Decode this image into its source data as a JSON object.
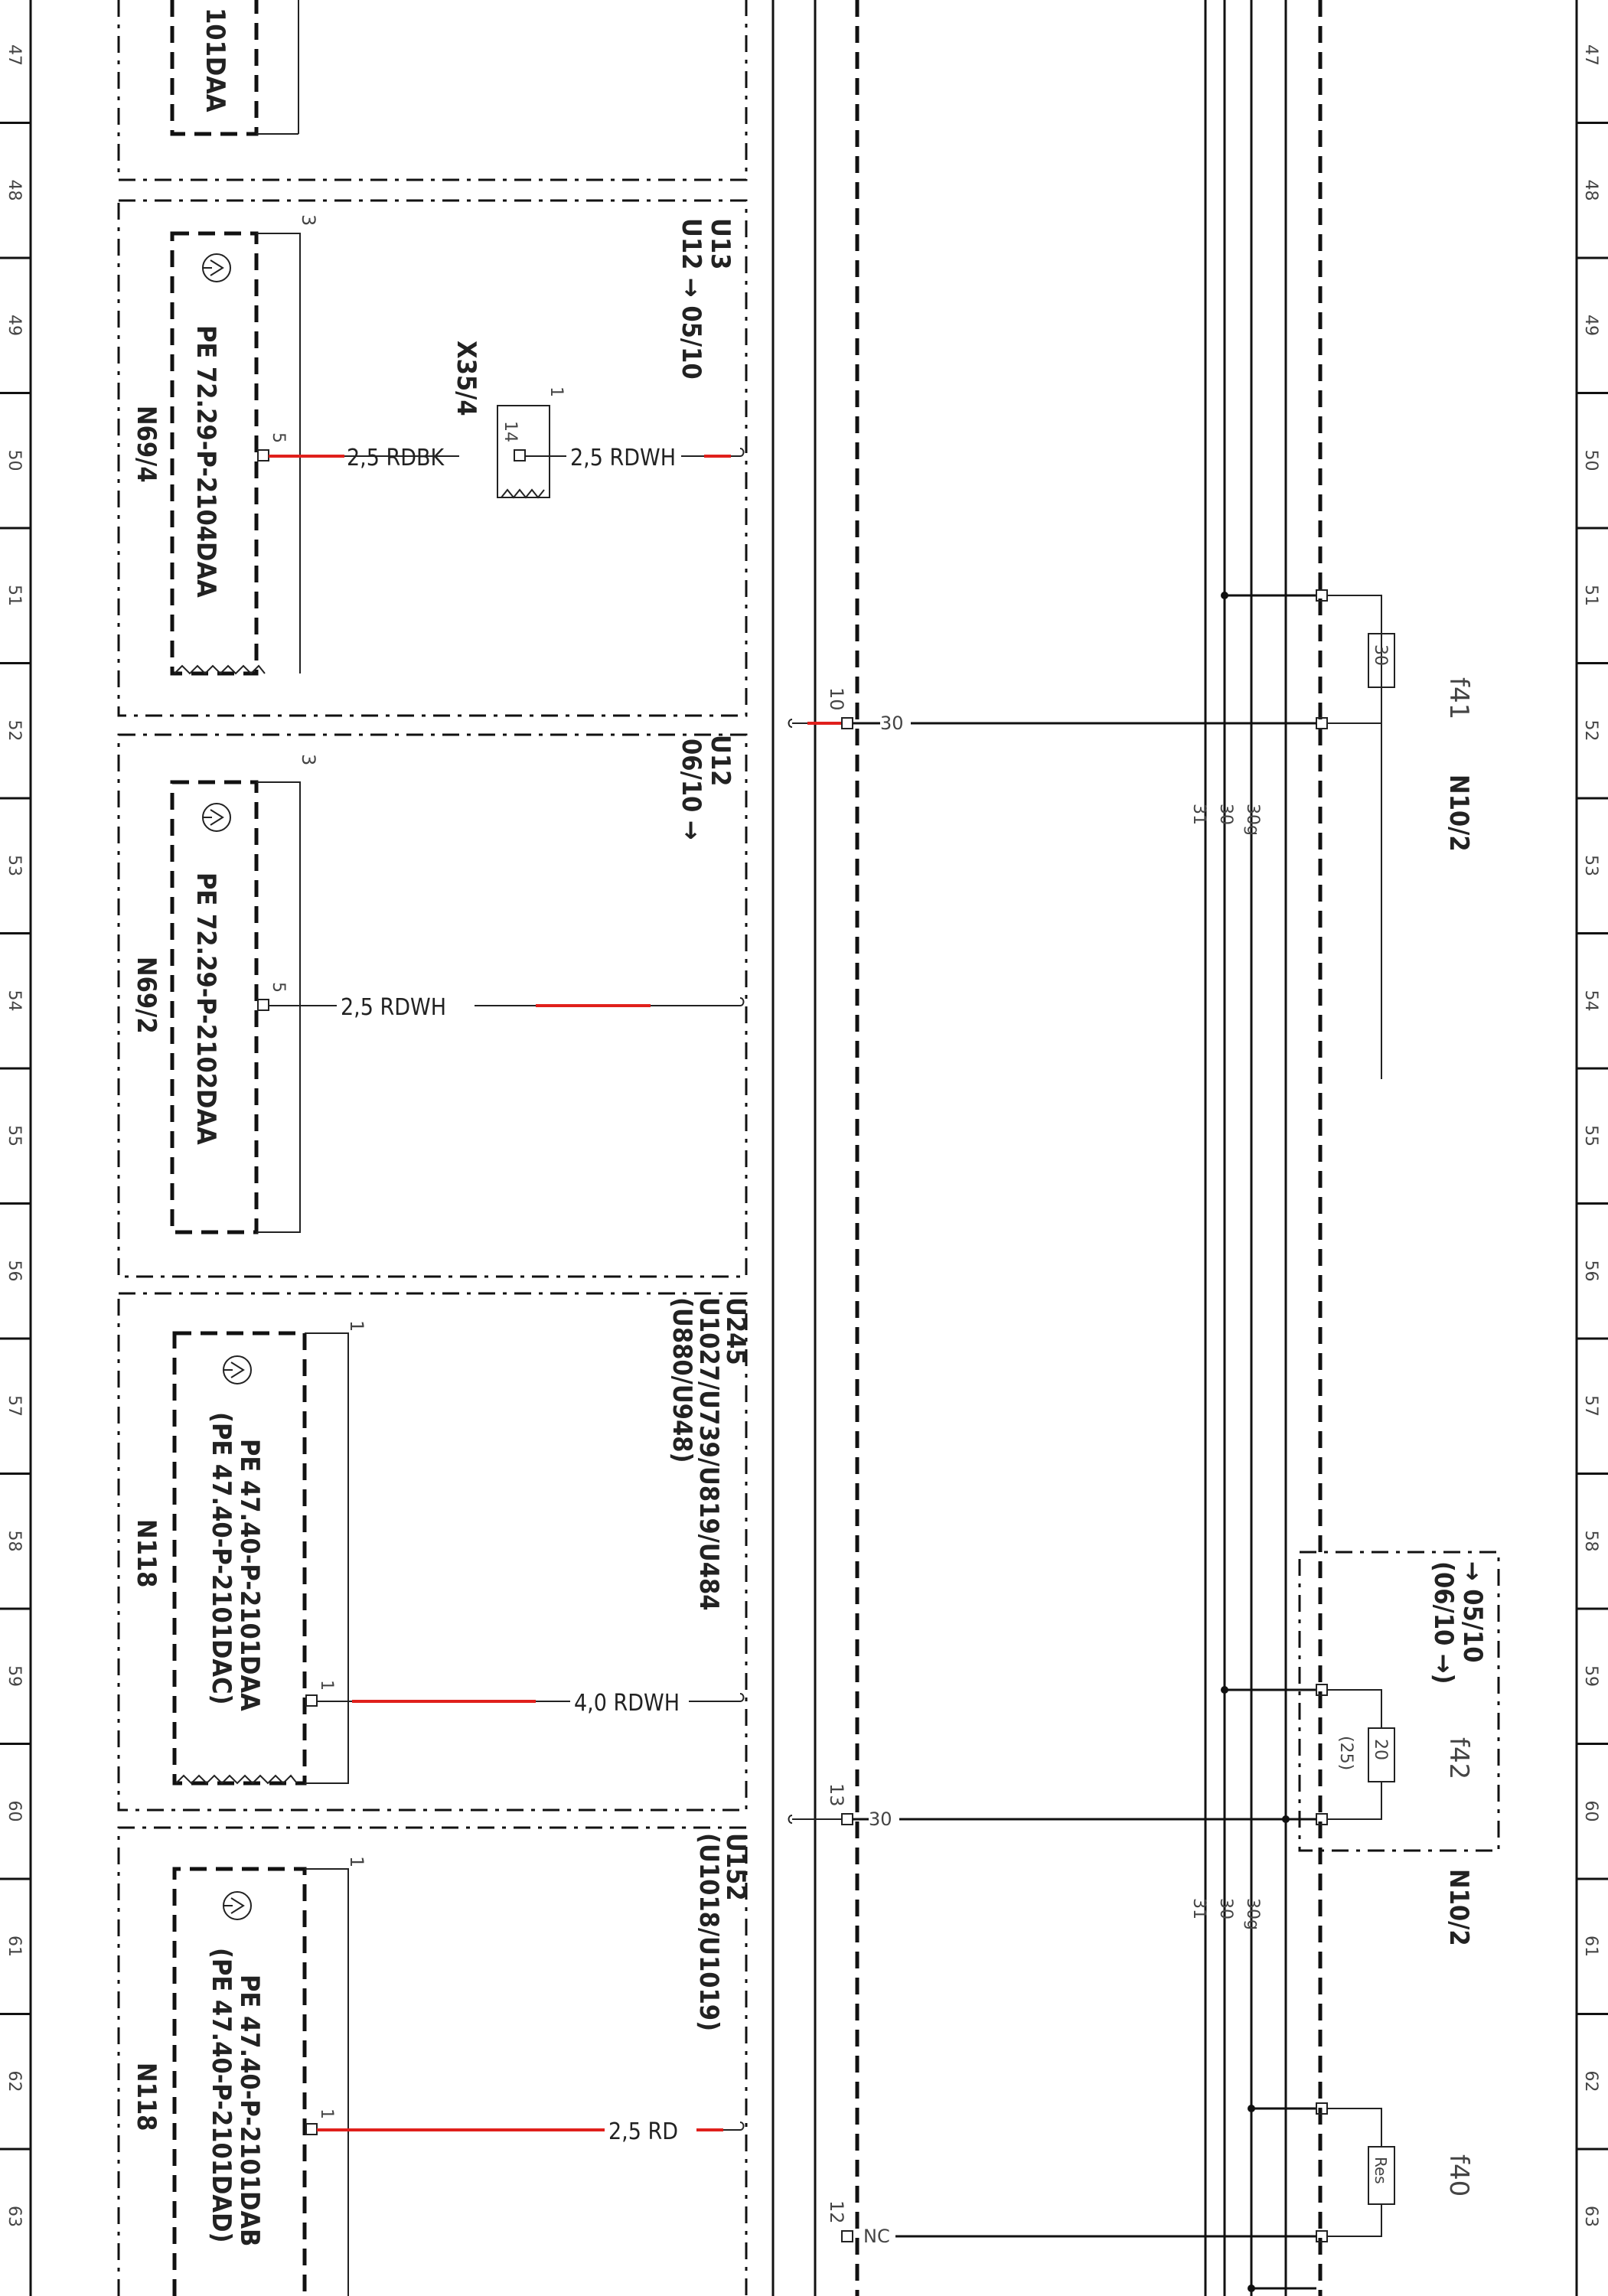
{
  "grid_numbers": [
    "47",
    "48",
    "49",
    "50",
    "51",
    "52",
    "53",
    "54",
    "55",
    "56",
    "57",
    "58",
    "59",
    "60",
    "61",
    "62",
    "63"
  ],
  "modules": [
    {
      "name": "N69/4",
      "codes": [
        "PE 72.29-P-2104DAA"
      ],
      "codes_prefix": [
        "",
        ""
      ],
      "variants": [
        "U13",
        "U12 → 05/10"
      ],
      "pin_top": "3",
      "pin": "5",
      "wire": "2,5 RDBK"
    },
    {
      "name": "N69/2",
      "codes": [
        "PE 72.29-P-2102DAA"
      ],
      "variants": [
        "U12",
        "06/10 →"
      ],
      "pin_top": "3",
      "pin": "5",
      "wire": "2,5 RDWH"
    },
    {
      "name": "N118",
      "codes": [
        "PE 47.40-P-2101DAA",
        "(PE 47.40-P-2101DAC)"
      ],
      "variants": [
        "U245",
        "U1027/U739/U819/U484",
        "(U880/U948)"
      ],
      "pin_top": "1",
      "pin": "1",
      "wire": "4,0 RDWH"
    },
    {
      "name": "N118",
      "codes": [
        "PE 47.40-P-2101DAB",
        "(PE 47.40-P-2101DAD)"
      ],
      "variants": [
        "U152",
        "(U1018/U1019)"
      ],
      "pin_top": "1",
      "pin": "1",
      "wire": "2,5 RD"
    }
  ],
  "top_module_code": "101DAA",
  "connector": {
    "name": "X35/4",
    "pin_top": "1",
    "pin": "14",
    "wire": "2,5 RDWH"
  },
  "splice_pins": [
    "10",
    "13",
    "12"
  ],
  "fuses": [
    {
      "name": "f41",
      "rating": "30",
      "terminal": "30"
    },
    {
      "name": "f42",
      "rating": "20",
      "alt_rating": "(25)",
      "terminal": "30"
    },
    {
      "name": "f40",
      "rating": "Res",
      "terminal": "NC"
    }
  ],
  "fuse_unit": "N10/2",
  "fuse_ref": [
    "→ 05/10",
    "(06/10 →)"
  ],
  "bus_labels": [
    "31",
    "30",
    "30g"
  ]
}
